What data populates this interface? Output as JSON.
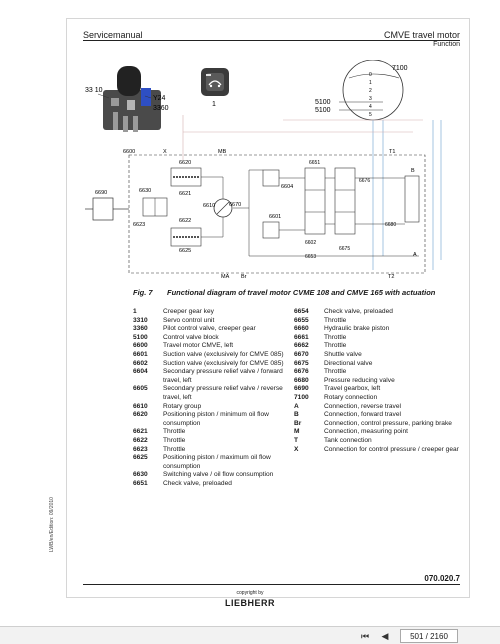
{
  "header": {
    "left": "Servicemanual",
    "right": "CMVE travel motor",
    "sub": "Function"
  },
  "diagram_labels": {
    "l3310": "33 10",
    "y24": "Y24",
    "l3360": "3360",
    "l1": "1",
    "l7100": "7100",
    "l5100a": "5100",
    "l5100b": "5100",
    "p0": "0",
    "p1": "1",
    "p2": "2",
    "p3": "3",
    "p4": "4",
    "p5": "5",
    "l6600": "6600",
    "lX": "X",
    "lMB": "MB",
    "lT1": "T1",
    "l6690": "6690",
    "l6630": "6630",
    "l6620": "6620",
    "l6623": "6623",
    "l6621": "6621",
    "l6622": "6622",
    "l6625": "6625",
    "l6610": "6610",
    "l6670": "6670",
    "l6604": "6604",
    "l6601": "6601",
    "l6651": "6651",
    "l6602": "6602",
    "l6653": "6653",
    "l6676": "6676",
    "l6680": "6680",
    "l6675": "6675",
    "lB": "B",
    "lA": "A",
    "lMA": "MA",
    "lBr": "Br",
    "lT2": "T2"
  },
  "caption": {
    "fig": "Fig. 7",
    "text": "Functional diagram of travel motor CVME 108 and CMVE 165 with actuation"
  },
  "legend_left": [
    {
      "code": "1",
      "desc": "Creeper gear key"
    },
    {
      "code": "3310",
      "desc": "Servo control unit"
    },
    {
      "code": "3360",
      "desc": "Pilot control valve, creeper gear"
    },
    {
      "code": "5100",
      "desc": "Control valve block"
    },
    {
      "code": "6600",
      "desc": "Travel motor CMVE, left"
    },
    {
      "code": "6601",
      "desc": "Suction valve (exclusively for CMVE 085)"
    },
    {
      "code": "6602",
      "desc": "Suction valve (exclusively for CMVE 085)"
    },
    {
      "code": "6604",
      "desc": "Secondary pressure relief valve / forward travel, left"
    },
    {
      "code": "6605",
      "desc": "Secondary pressure relief valve / reverse travel, left"
    },
    {
      "code": "6610",
      "desc": "Rotary group"
    },
    {
      "code": "6620",
      "desc": "Positioning piston / minimum oil flow consumption"
    },
    {
      "code": "6621",
      "desc": "Throttle"
    },
    {
      "code": "6622",
      "desc": "Throttle"
    },
    {
      "code": "6623",
      "desc": "Throttle"
    },
    {
      "code": "6625",
      "desc": "Positioning piston / maximum oil flow consumption"
    },
    {
      "code": "6630",
      "desc": "Switching valve / oil flow consumption"
    },
    {
      "code": "6651",
      "desc": "Check valve, preloaded"
    }
  ],
  "legend_right": [
    {
      "code": "6654",
      "desc": "Check valve, preloaded"
    },
    {
      "code": "6655",
      "desc": "Throttle"
    },
    {
      "code": "6660",
      "desc": "Hydraulic brake piston"
    },
    {
      "code": "6661",
      "desc": "Throttle"
    },
    {
      "code": "6662",
      "desc": "Throttle"
    },
    {
      "code": "6670",
      "desc": "Shuttle valve"
    },
    {
      "code": "6675",
      "desc": "Directional valve"
    },
    {
      "code": "6676",
      "desc": "Throttle"
    },
    {
      "code": "6680",
      "desc": "Pressure reducing valve"
    },
    {
      "code": "6690",
      "desc": "Travel gearbox, left"
    },
    {
      "code": "7100",
      "desc": "Rotary connection"
    },
    {
      "code": "A",
      "desc": "Connection, reverse travel"
    },
    {
      "code": "B",
      "desc": "Connection, forward travel"
    },
    {
      "code": "Br",
      "desc": "Connection, control pressure, parking brake"
    },
    {
      "code": "M",
      "desc": "Connection, measuring point"
    },
    {
      "code": "T",
      "desc": "Tank connection"
    },
    {
      "code": "X",
      "desc": "Connection for control pressure / creeper gear"
    }
  ],
  "side_text": "LWB/en/Edition: 09/2010",
  "doc_no": "070.020.7",
  "copyright": "copyright by",
  "logo": "LIEBHERR",
  "viewer": {
    "page_indicator": "501 / 2160",
    "icons": [
      "skip-back-icon",
      "previous-icon"
    ]
  }
}
